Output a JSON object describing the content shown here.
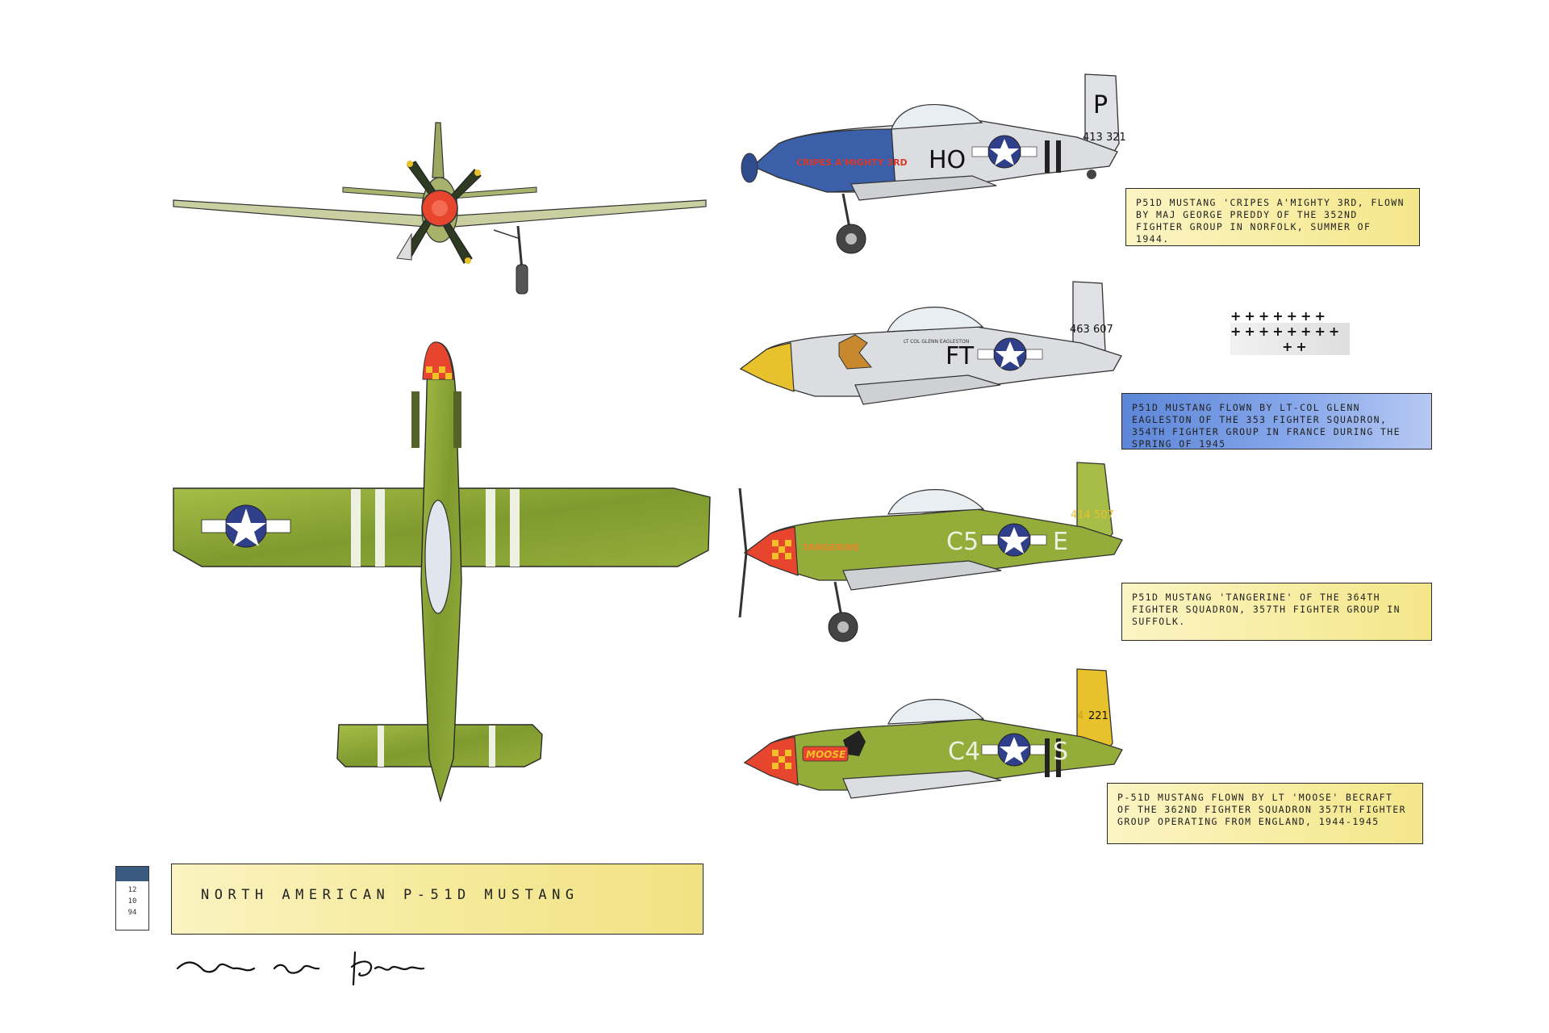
{
  "title": "NORTH AMERICAN P-51D MUSTANG",
  "signature": "Dean van Biljon",
  "date_box": {
    "line1": "12",
    "line2": "10",
    "line3": "94"
  },
  "kill_marks": {
    "row1": "+++++++",
    "row2": "++++++++",
    "row3": "++"
  },
  "colors": {
    "olive": "#8aa23a",
    "olive_dark": "#5e7424",
    "silver": "#dcdde0",
    "blue_nose": "#3b5fa8",
    "roundel_blue": "#2f3f8a",
    "red": "#d8382a",
    "yellow": "#e8c22c",
    "caption_yellow": "#f6ea9c",
    "caption_blue": "#6f94de"
  },
  "profiles": [
    {
      "id": "cripes",
      "tail_letter": "P",
      "serial": "413 321",
      "codes": "HO",
      "nose_art": "CRIPES A'MIGHTY 3RD",
      "caption": "P51D Mustang 'Cripes A'Mighty 3rd, flown by Maj George Preddy of the 352nd Fighter Group in Norfolk, summer of 1944."
    },
    {
      "id": "eagleston",
      "serial": "463 607",
      "codes": "FT",
      "cockpit_name": "LT COL GLENN EAGLESTON",
      "caption": "P51D Mustang flown by LT-Col Glenn Eagleston of the 353 Fighter Squadron, 354th Fighter Group in France during the spring of 1945"
    },
    {
      "id": "tangerine",
      "serial": "414 507",
      "codes": "C5",
      "code_suffix": "E",
      "nose_art": "TANGERINE",
      "caption": "P51D Mustang 'Tangerine' of the 364th Fighter Squadron, 357th Fighter Group in Suffolk."
    },
    {
      "id": "moose",
      "serial": "221",
      "serial_prefix": "4",
      "codes": "C4",
      "code_suffix": "S",
      "nose_art": "MOOSE",
      "caption": "P-51D Mustang flown by Lt 'Moose' Becraft of the 362nd Fighter Squadron 357th Fighter Group operating from England, 1944-1945"
    }
  ]
}
